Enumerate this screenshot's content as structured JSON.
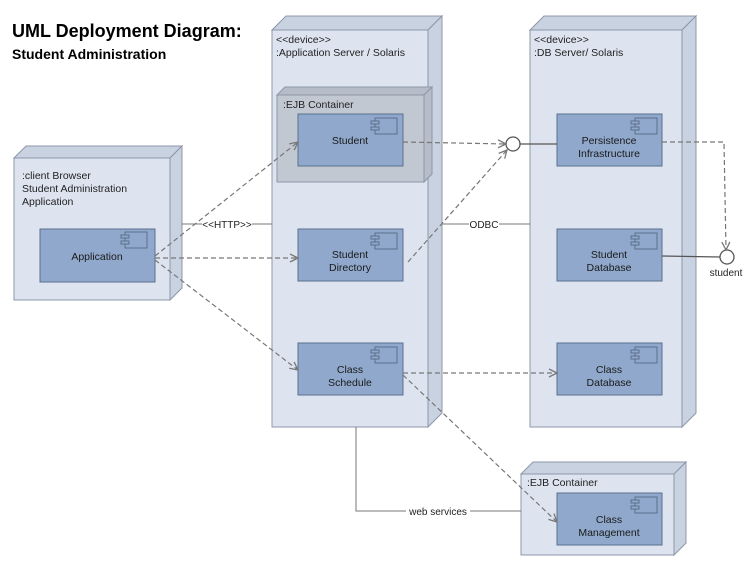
{
  "title": "UML Deployment Diagram:",
  "subtitle": "Student Administration",
  "nodes": {
    "client": {
      "line1": ":client Browser",
      "line2": "Student Administration",
      "line3": "Application"
    },
    "app_server": {
      "stereotype": "<<device>>",
      "name": ":Application Server / Solaris"
    },
    "db_server": {
      "stereotype": "<<device>>",
      "name": ":DB Server/ Solaris"
    },
    "ejb_container_1": {
      "name": ":EJB Container"
    },
    "ejb_container_2": {
      "name": ":EJB Container"
    }
  },
  "components": {
    "application": {
      "line1": "Application"
    },
    "student": {
      "line1": "Student"
    },
    "student_directory": {
      "line1": "Student",
      "line2": "Directory"
    },
    "class_schedule": {
      "line1": "Class",
      "line2": "Schedule"
    },
    "persistence": {
      "line1": "Persistence",
      "line2": "Infrastructure"
    },
    "student_database": {
      "line1": "Student",
      "line2": "Database"
    },
    "class_database": {
      "line1": "Class",
      "line2": "Database"
    },
    "class_management": {
      "line1": "Class",
      "line2": "Management"
    }
  },
  "labels": {
    "http": "<<HTTP>>",
    "odbc": "ODBC",
    "web_services": "web services",
    "student_interface": "student"
  },
  "colors": {
    "node_fill": "#dde4ef",
    "node_side": "#c9d2e0",
    "node_stroke": "#8d97a8",
    "component_fill": "#8fa8cb",
    "component_stroke": "#5b6f8f",
    "container_fill": "#c2c8d2",
    "line": "#777777"
  }
}
